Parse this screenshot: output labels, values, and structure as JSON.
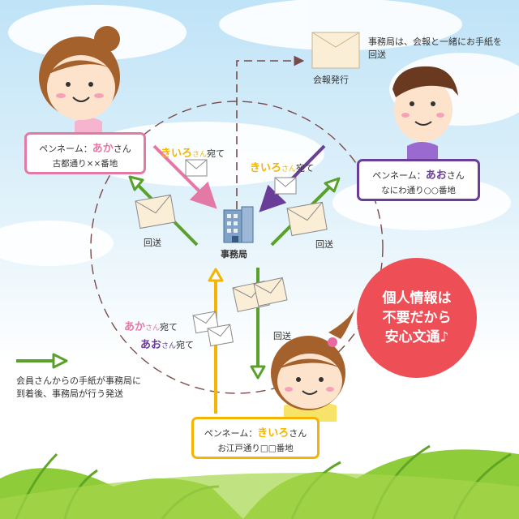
{
  "colors": {
    "pink": "#e37aa6",
    "yellow": "#f5b400",
    "purple": "#6a3e98",
    "green": "#5aa02c",
    "dashed": "#7a4a4a",
    "red": "#ee4e55"
  },
  "bulletin": {
    "note": "事務局は、会報と一緒にお手紙を回送",
    "label": "会報発行"
  },
  "users": {
    "aka": {
      "pen_prefix": "ペンネーム：",
      "name": "あか",
      "san": "さん",
      "address": "古都通り××番地"
    },
    "ao": {
      "pen_prefix": "ペンネーム：",
      "name": "あお",
      "san": "さん",
      "address": "なにわ通り○○番地"
    },
    "kiiro": {
      "pen_prefix": "ペンネーム：",
      "name": "きいろ",
      "san": "さん",
      "address": "お江戸通り□□番地"
    }
  },
  "letters": {
    "aka_to_kiiro": {
      "name": "きいろ",
      "san": "さん",
      "ate": "宛て"
    },
    "ao_to_kiiro": {
      "name": "きいろ",
      "san": "さん",
      "ate": "宛て"
    },
    "kiiro_to_aka": {
      "name": "あか",
      "san": "さん",
      "ate": "宛て"
    },
    "kiiro_to_ao": {
      "name": "あお",
      "san": "さん",
      "ate": "宛て"
    }
  },
  "office_label": "事務局",
  "return_label": "回送",
  "legend": {
    "text": "会員さんからの手紙が事務局に到着後、事務局が行う発送"
  },
  "bubble": {
    "line1": "個人情報は",
    "line2": "不要だから",
    "line3": "安心文通♪"
  },
  "icons": [
    "envelope-icon",
    "office-building-icon"
  ]
}
